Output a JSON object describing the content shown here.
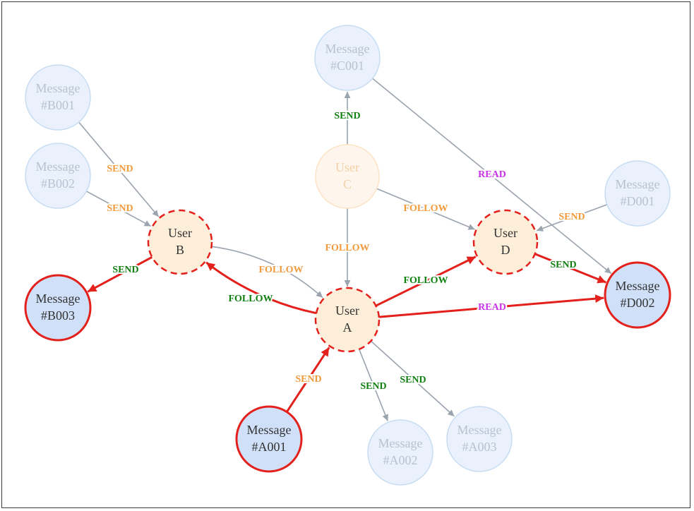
{
  "colors": {
    "user_fill": "#fdeed9",
    "user_faded_fill": "#fef6ec",
    "message_fill": "#cfe0f8",
    "message_faded_fill": "#eaf1fc",
    "faded_stroke": "#c7dcf2",
    "user_faded_stroke": "#fbe3c6",
    "highlight": "#e3201b",
    "gray_edge": "#9aa3ae",
    "send_green": "#108010",
    "send_orange": "#f29a3c",
    "follow_green": "#108010",
    "follow_orange": "#f29a3c",
    "read_purple": "#c832e8",
    "text_dark": "#333333",
    "text_faded": "#b8c2cf",
    "text_user_faded": "#f3cfa6"
  },
  "nodes": [
    {
      "id": "A",
      "line1": "User",
      "line2": "A",
      "kind": "user",
      "state": "highlight"
    },
    {
      "id": "B",
      "line1": "User",
      "line2": "B",
      "kind": "user",
      "state": "highlight"
    },
    {
      "id": "C",
      "line1": "User",
      "line2": "C",
      "kind": "user",
      "state": "faded"
    },
    {
      "id": "D",
      "line1": "User",
      "line2": "D",
      "kind": "user",
      "state": "highlight"
    },
    {
      "id": "A001",
      "line1": "Message",
      "line2": "#A001",
      "kind": "message",
      "state": "highlight"
    },
    {
      "id": "A002",
      "line1": "Message",
      "line2": "#A002",
      "kind": "message",
      "state": "faded"
    },
    {
      "id": "A003",
      "line1": "Message",
      "line2": "#A003",
      "kind": "message",
      "state": "faded"
    },
    {
      "id": "B001",
      "line1": "Message",
      "line2": "#B001",
      "kind": "message",
      "state": "faded"
    },
    {
      "id": "B002",
      "line1": "Message",
      "line2": "#B002",
      "kind": "message",
      "state": "faded"
    },
    {
      "id": "B003",
      "line1": "Message",
      "line2": "#B003",
      "kind": "message",
      "state": "highlight"
    },
    {
      "id": "C001",
      "line1": "Message",
      "line2": "#C001",
      "kind": "message",
      "state": "faded"
    },
    {
      "id": "D001",
      "line1": "Message",
      "line2": "#D001",
      "kind": "message",
      "state": "faded"
    },
    {
      "id": "D002",
      "line1": "Message",
      "line2": "#D002",
      "kind": "message",
      "state": "highlight"
    }
  ],
  "edges": [
    {
      "from": "B001",
      "to": "B",
      "label": "SEND",
      "state": "gray",
      "label_color": "send_orange"
    },
    {
      "from": "B002",
      "to": "B",
      "label": "SEND",
      "state": "gray",
      "label_color": "send_orange"
    },
    {
      "from": "B",
      "to": "B003",
      "label": "SEND",
      "state": "red",
      "label_color": "send_green"
    },
    {
      "from": "C",
      "to": "C001",
      "label": "SEND",
      "state": "gray",
      "label_color": "send_green"
    },
    {
      "from": "C001",
      "to": "D002",
      "label": "READ",
      "state": "gray",
      "label_color": "read_purple"
    },
    {
      "from": "C",
      "to": "A",
      "label": "FOLLOW",
      "state": "gray",
      "label_color": "follow_orange"
    },
    {
      "from": "C",
      "to": "D",
      "label": "FOLLOW",
      "state": "gray",
      "label_color": "follow_orange"
    },
    {
      "from": "D001",
      "to": "D",
      "label": "SEND",
      "state": "gray",
      "label_color": "send_orange"
    },
    {
      "from": "D",
      "to": "D002",
      "label": "SEND",
      "state": "red",
      "label_color": "send_green"
    },
    {
      "from": "B",
      "to": "A",
      "label": "FOLLOW",
      "state": "gray",
      "label_color": "follow_orange"
    },
    {
      "from": "A",
      "to": "B",
      "label": "FOLLOW",
      "state": "red",
      "label_color": "follow_green"
    },
    {
      "from": "A",
      "to": "D",
      "label": "FOLLOW",
      "state": "red",
      "label_color": "follow_green"
    },
    {
      "from": "A",
      "to": "D002",
      "label": "READ",
      "state": "red",
      "label_color": "read_purple"
    },
    {
      "from": "A001",
      "to": "A",
      "label": "SEND",
      "state": "red",
      "label_color": "send_orange"
    },
    {
      "from": "A",
      "to": "A002",
      "label": "SEND",
      "state": "gray",
      "label_color": "send_green"
    },
    {
      "from": "A",
      "to": "A003",
      "label": "SEND",
      "state": "gray",
      "label_color": "send_green"
    }
  ]
}
